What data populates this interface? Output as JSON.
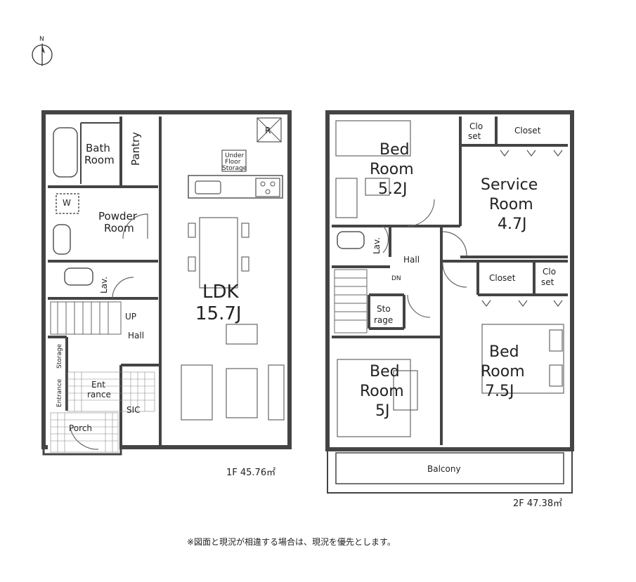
{
  "compass": {
    "north_label": "N"
  },
  "floor1": {
    "area": "1F 45.76㎡",
    "rooms": {
      "bath": [
        "Bath",
        "Room"
      ],
      "washer": "W",
      "pantry": "Pantry",
      "refrigerator": "R",
      "underfloor": [
        "Under",
        "Floor",
        "Storage"
      ],
      "powder": [
        "Powder",
        "Room"
      ],
      "lav": "Lav.",
      "ldk": [
        "LDK",
        "15.7J"
      ],
      "up": "UP",
      "hall": "Hall",
      "storage": "Storage",
      "entrance_storage": "Entrance",
      "entrance": [
        "Ent",
        "rance"
      ],
      "sic": "SIC",
      "porch": "Porch"
    }
  },
  "floor2": {
    "area": "2F 47.38㎡",
    "rooms": {
      "bed1": [
        "Bed",
        "Room",
        "5.2J"
      ],
      "closet_small1": [
        "Clo",
        "set"
      ],
      "closet1": "Closet",
      "service": [
        "Service",
        "Room",
        "4.7J"
      ],
      "lav": "Lav.",
      "hall": "Hall",
      "dn": "DN",
      "closet2": "Closet",
      "closet_small2": [
        "Clo",
        "set"
      ],
      "storage": [
        "Sto",
        "rage"
      ],
      "bed2": [
        "Bed",
        "Room",
        "5J"
      ],
      "bed3": [
        "Bed",
        "Room",
        "7.5J"
      ],
      "balcony": "Balcony"
    }
  },
  "footer_note": "※図面と現況が相違する場合は、現況を優先とします。"
}
